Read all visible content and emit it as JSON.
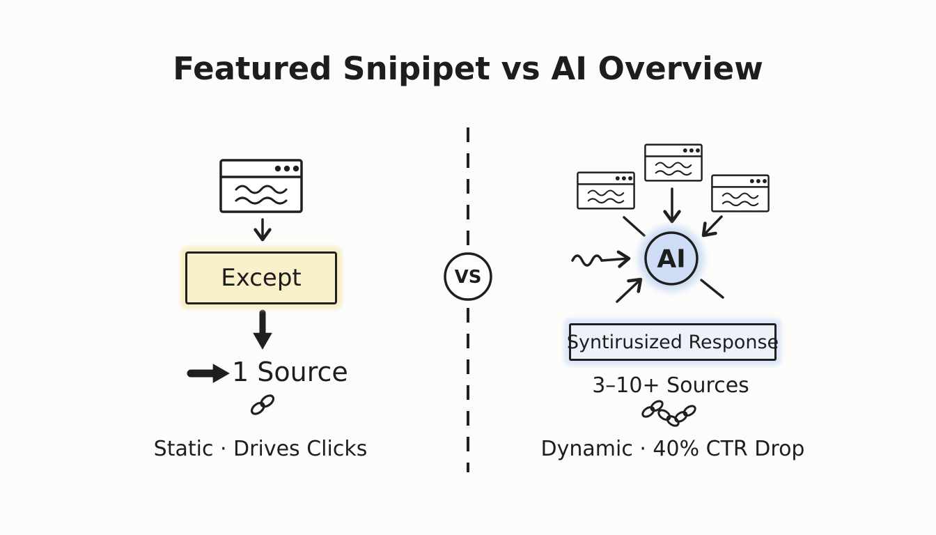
{
  "title": "Featured Snipipet vs AI Overview",
  "divider": {
    "vs_label": "VS"
  },
  "left": {
    "box_label": "Except",
    "source_label": "1 Source",
    "footer": "Static · Drives Clicks"
  },
  "right": {
    "ai_label": "AI",
    "box_label": "Syntirusized Response",
    "sources_label": "3–10+ Sources",
    "footer": "Dynamic · 40% CTR Drop"
  },
  "icons": {
    "left_column": [
      "browser-window-icon",
      "down-arrow-icon",
      "bold-down-arrow-icon",
      "right-arrow-icon",
      "link-icon"
    ],
    "divider": [
      "dashed-divider-line",
      "vs-badge-circle"
    ],
    "right_column": [
      "browser-window-icon",
      "browser-window-icon",
      "browser-window-icon",
      "down-arrow-icon",
      "diagonal-arrow-icon",
      "wavy-arrow-icon",
      "ai-circle",
      "links-cluster-icon"
    ]
  },
  "colors": {
    "background": "#fcfcfb",
    "ink": "#1f1f1f",
    "excerpt_highlight": "#faf0ca",
    "excerpt_glow": "#f7edc6",
    "ai_circle_fill": "#cedcf5",
    "ai_circle_glow": "#c4d5f3",
    "response_box_fill": "#edf1f9",
    "response_box_glow": "#dde8f8"
  }
}
